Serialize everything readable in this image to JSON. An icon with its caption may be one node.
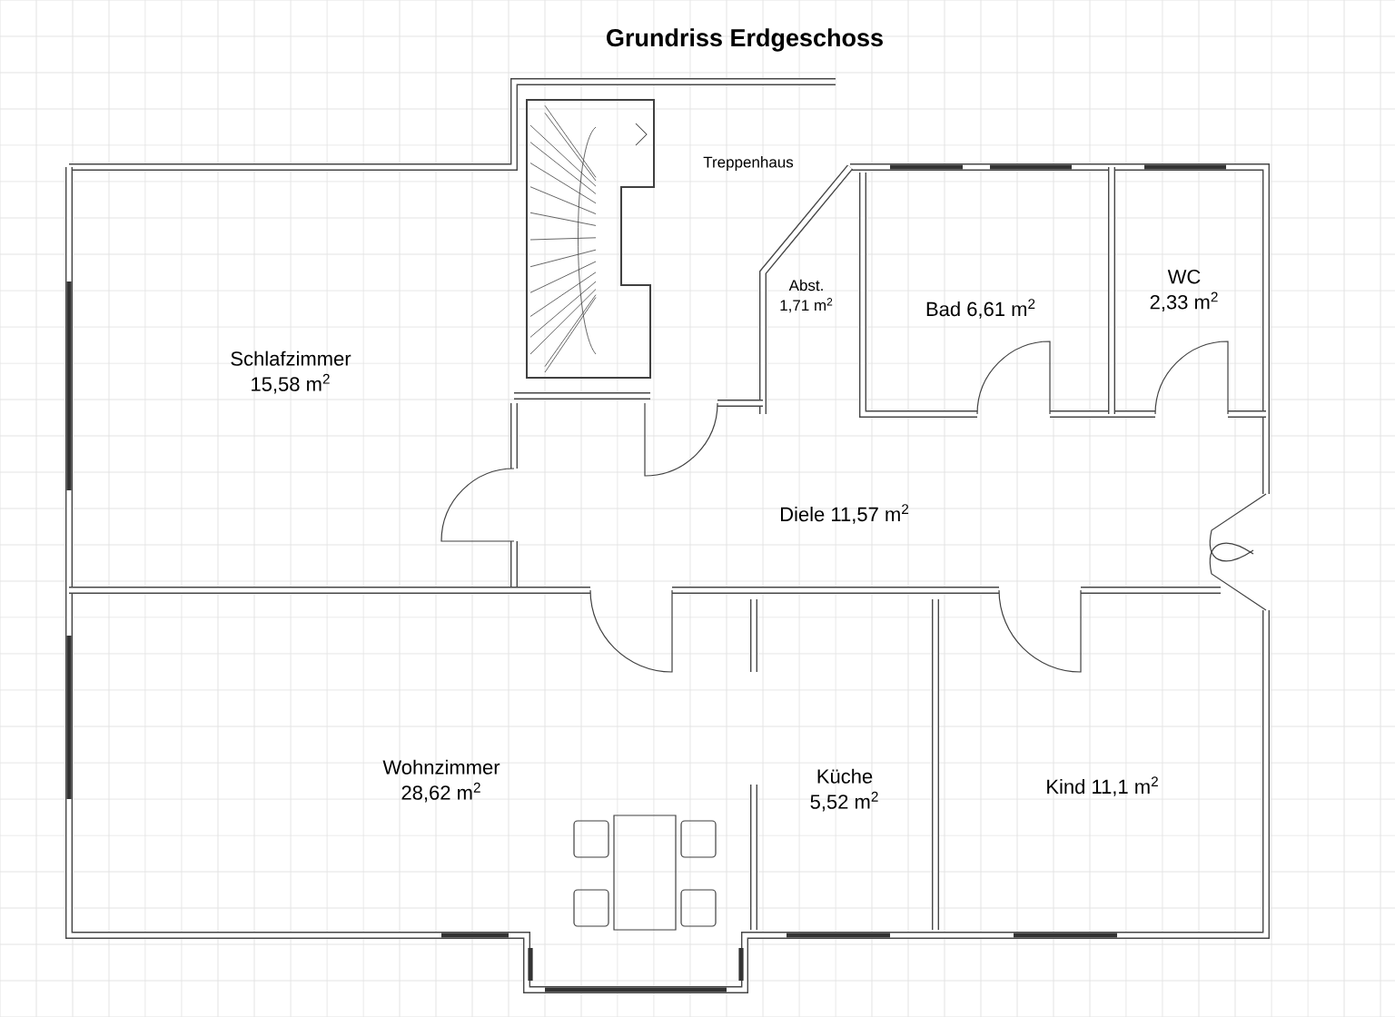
{
  "diagram": {
    "title": "Grundriss Erdgeschoss",
    "nodes": [
      {
        "text": [
          "Treppenhaus"
        ]
      },
      {
        "text": [
          "Schlafzimmer",
          "15,58 m$^{2}$"
        ]
      },
      {
        "text": [
          "Abst.",
          "1,71 m$^{2}$"
        ]
      },
      {
        "text": [
          "Bad 6,61 m$^{2}$"
        ]
      },
      {
        "text": [
          "WC",
          "2,33 m$^{2}$"
        ]
      },
      {
        "text": [
          "Diele 11,57 m$^{2}$"
        ]
      },
      {
        "text": [
          "Wohnzimmer",
          "28,62 m$^{2}$"
        ]
      },
      {
        "text": [
          "Küche",
          "5,52 m$^{2}$"
        ]
      },
      {
        "text": [
          "Kind 11,1 m$^{2}$"
        ]
      }
    ]
  }
}
